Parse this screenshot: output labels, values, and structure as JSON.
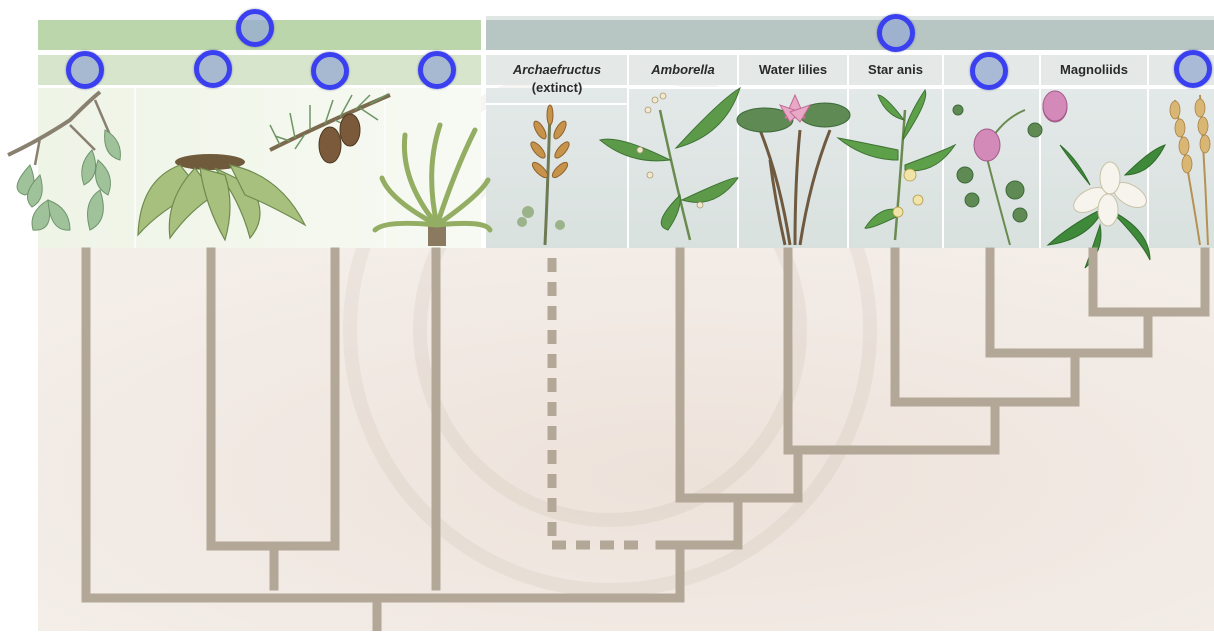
{
  "taxa": {
    "archaefructus": {
      "name": "Archaefructus",
      "note": "(extinct)"
    },
    "amborella": {
      "name": "Amborella"
    },
    "water_lilies": {
      "name": "Water lilies"
    },
    "star_anis": {
      "name": "Star anis"
    },
    "magnoliids": {
      "name": "Magnoliids"
    }
  },
  "colors": {
    "gymnosperm_band": "#b9d3a8",
    "angiosperm_band": "#b7c4c1",
    "tree_lines": "#b3a898",
    "marker_border": "#3a3ff0",
    "marker_fill": "#97a8d2"
  },
  "icons": [
    "ginkgo-illustration",
    "welwitschia-illustration",
    "pine-cone-branch-illustration",
    "cycad-illustration",
    "archaefructus-illustration",
    "amborella-illustration",
    "water-lily-illustration",
    "star-anise-illustration",
    "clover-vine-illustration",
    "magnolia-illustration",
    "wheat-illustration"
  ]
}
